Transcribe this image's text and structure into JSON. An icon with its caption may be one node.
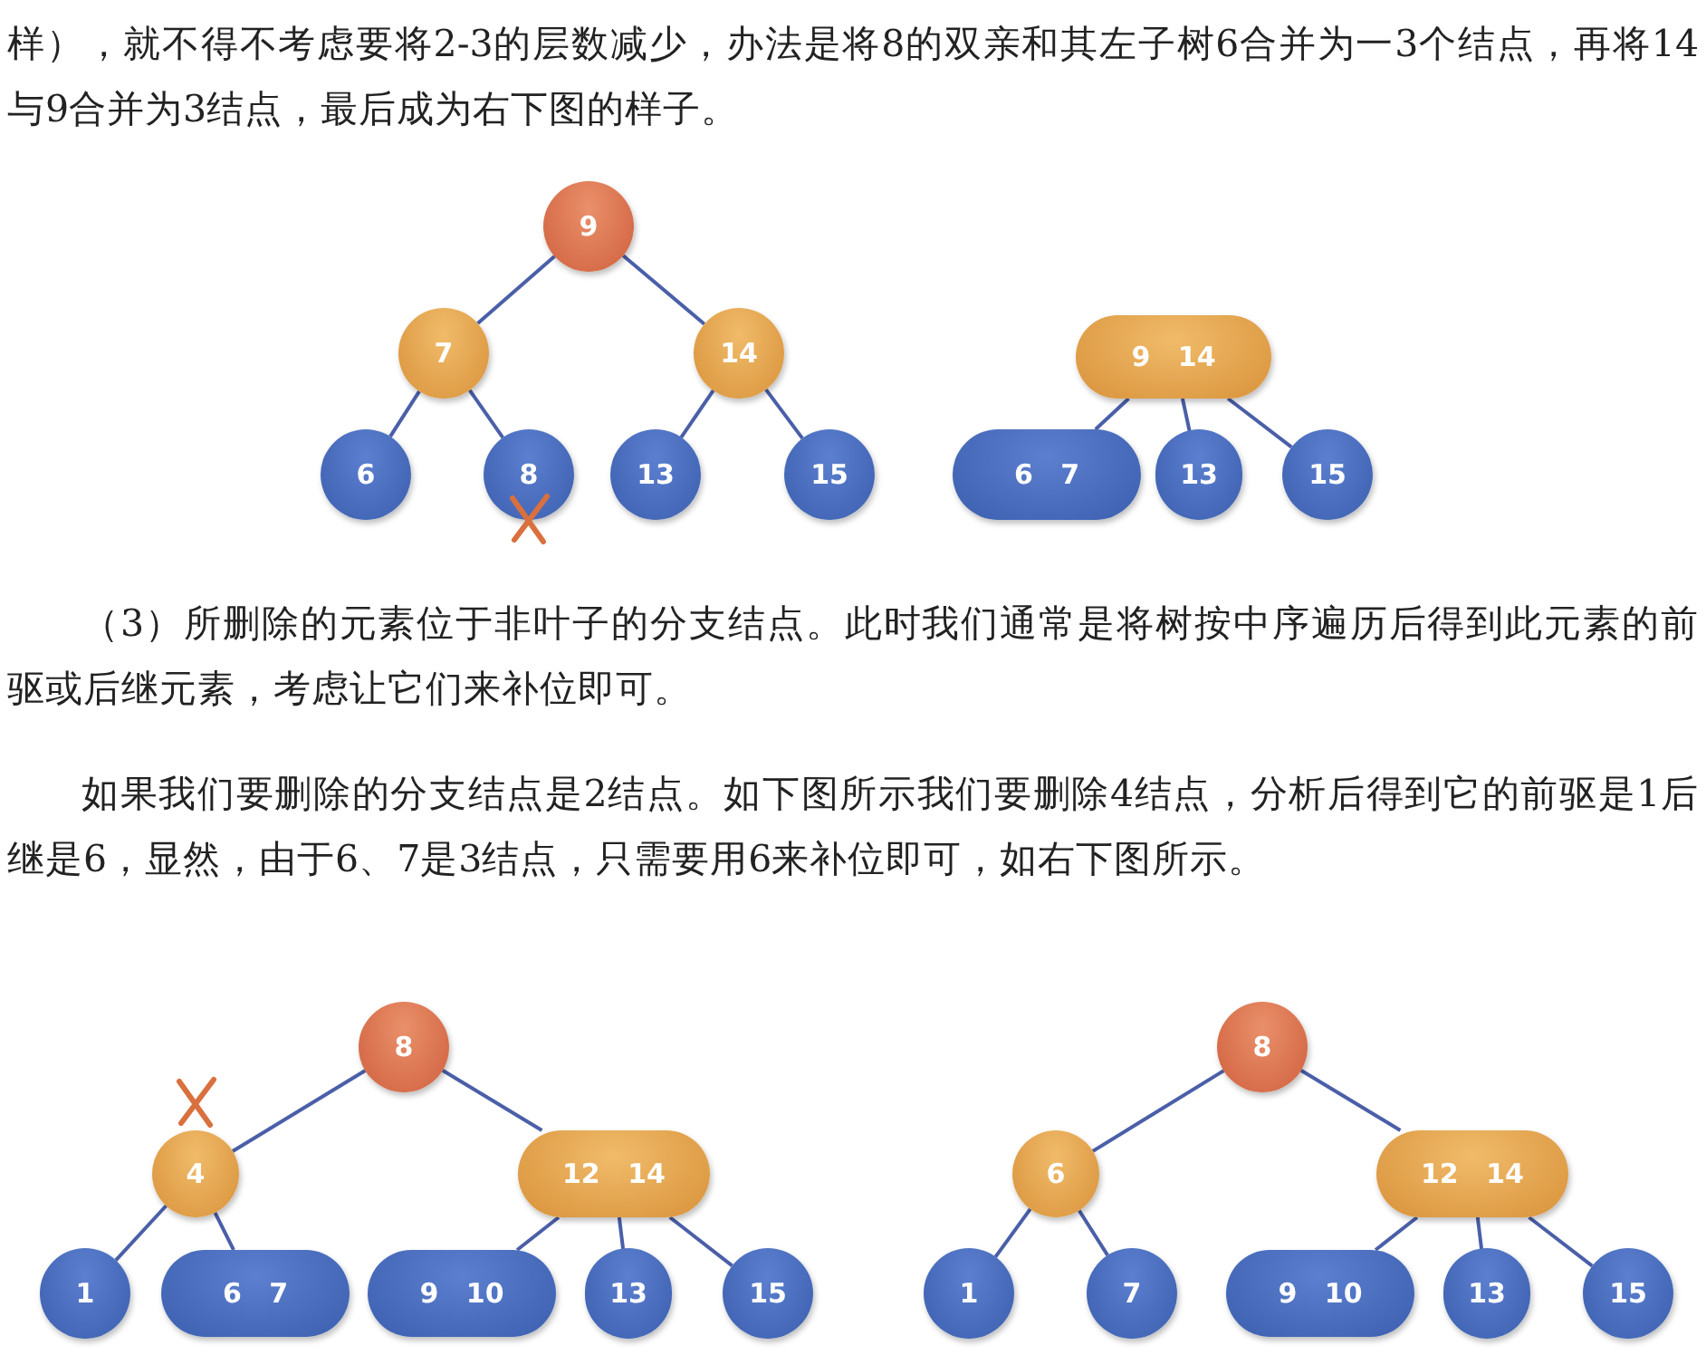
{
  "diagram": {
    "nodes": [
      {
        "text": [
          "9"
        ]
      },
      {
        "text": [
          "7"
        ]
      },
      {
        "text": [
          "14"
        ]
      },
      {
        "text": [
          "6"
        ]
      },
      {
        "text": [
          "8"
        ]
      },
      {
        "text": [
          "13"
        ]
      },
      {
        "text": [
          "15"
        ]
      },
      {
        "text": [
          "9 14"
        ]
      },
      {
        "text": [
          "6 7"
        ]
      },
      {
        "text": [
          "13"
        ]
      },
      {
        "text": [
          "15"
        ]
      },
      {
        "text": [
          "8"
        ]
      },
      {
        "text": [
          "4"
        ]
      },
      {
        "text": [
          "12 14"
        ]
      },
      {
        "text": [
          "1"
        ]
      },
      {
        "text": [
          "6 7"
        ]
      },
      {
        "text": [
          "9 10"
        ]
      },
      {
        "text": [
          "13"
        ]
      },
      {
        "text": [
          "15"
        ]
      },
      {
        "text": [
          "8"
        ]
      },
      {
        "text": [
          "6"
        ]
      },
      {
        "text": [
          "12 14"
        ]
      },
      {
        "text": [
          "1"
        ]
      },
      {
        "text": [
          "7"
        ]
      },
      {
        "text": [
          "9 10"
        ]
      },
      {
        "text": [
          "13"
        ]
      },
      {
        "text": [
          "15"
        ]
      }
    ],
    "edges": [
      {
        "from": 0,
        "to": 1,
        "arrow": "none"
      },
      {
        "from": 0,
        "to": 2,
        "arrow": "none"
      },
      {
        "from": 1,
        "to": 3,
        "arrow": "none"
      },
      {
        "from": 1,
        "to": 4,
        "arrow": "none"
      },
      {
        "from": 2,
        "to": 5,
        "arrow": "none"
      },
      {
        "from": 2,
        "to": 6,
        "arrow": "none"
      },
      {
        "from": 7,
        "to": 8,
        "arrow": "none"
      },
      {
        "from": 7,
        "to": 9,
        "arrow": "none"
      },
      {
        "from": 7,
        "to": 10,
        "arrow": "none"
      },
      {
        "from": 11,
        "to": 12,
        "arrow": "none"
      },
      {
        "from": 11,
        "to": 13,
        "arrow": "none"
      },
      {
        "from": 12,
        "to": 14,
        "arrow": "none"
      },
      {
        "from": 12,
        "to": 15,
        "arrow": "none"
      },
      {
        "from": 13,
        "to": 16,
        "arrow": "none"
      },
      {
        "from": 13,
        "to": 17,
        "arrow": "none"
      },
      {
        "from": 13,
        "to": 18,
        "arrow": "none"
      },
      {
        "from": 19,
        "to": 20,
        "arrow": "none"
      },
      {
        "from": 19,
        "to": 21,
        "arrow": "none"
      },
      {
        "from": 20,
        "to": 22,
        "arrow": "none"
      },
      {
        "from": 20,
        "to": 23,
        "arrow": "none"
      },
      {
        "from": 21,
        "to": 24,
        "arrow": "none"
      },
      {
        "from": 21,
        "to": 25,
        "arrow": "none"
      },
      {
        "from": 21,
        "to": 26,
        "arrow": "none"
      }
    ],
    "labels": [
      "样），就不得不考虑要将2-3的层数减少，办法是将8的双亲和其左子树6合并为一3个结点，再将14与9合并为3结点，最后成为右下图的样子。",
      "（3）所删除的元素位于非叶子的分支结点。此时我们通常是将树按中序遍历后得到此元素的前驱或后继元素，考虑让它们来补位即可。",
      "如果我们要删除的分支结点是2结点。如下图所示我们要删除4结点，分析后得到它的前驱是1后继是6，显然，由于6、7是3结点，只需要用6来补位即可，如右下图所示。"
    ]
  }
}
